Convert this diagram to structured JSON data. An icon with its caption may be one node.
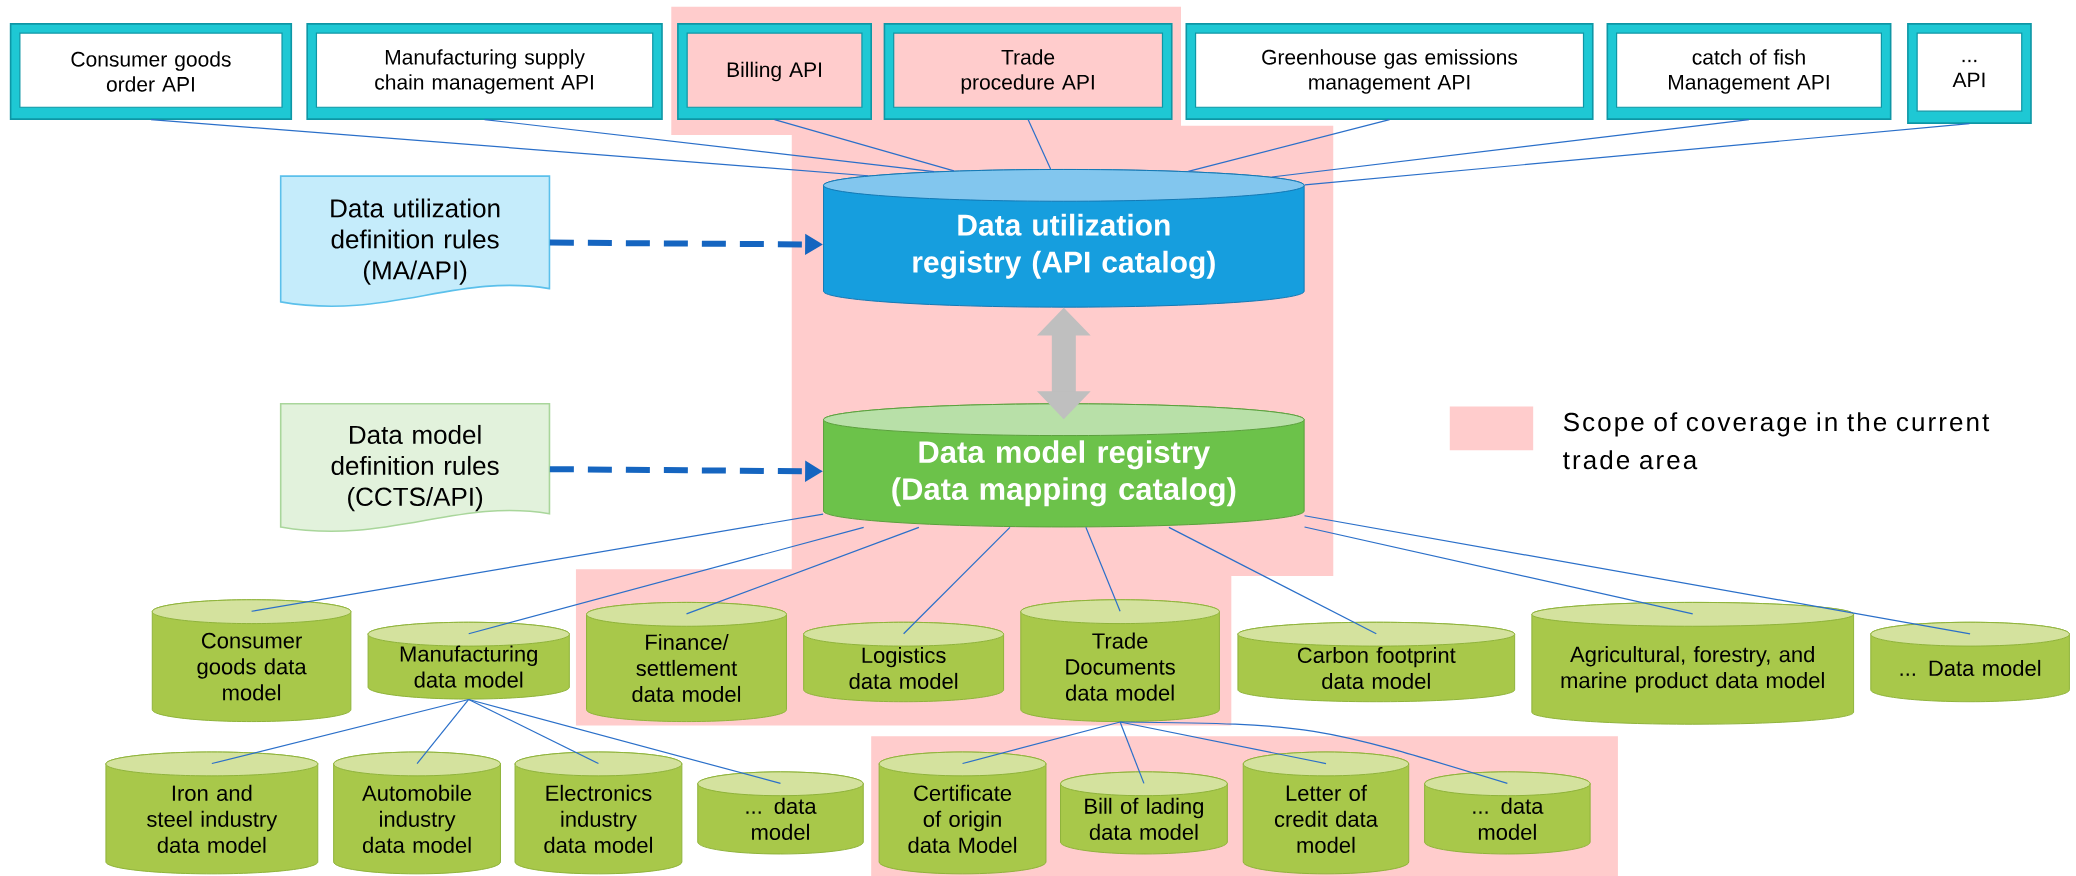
{
  "diagram": {
    "nodes": [
      {
        "text": [
          "Consumer goods order API"
        ]
      },
      {
        "text": [
          "Manufacturing supply chain management API"
        ]
      },
      {
        "text": [
          "Billing API"
        ]
      },
      {
        "text": [
          "Trade procedure API"
        ]
      },
      {
        "text": [
          "Greenhouse gas emissions management API"
        ]
      },
      {
        "text": [
          "catch of fish Management API"
        ]
      },
      {
        "text": [
          "... API"
        ]
      },
      {
        "text": [
          "Data utilization definition rules (MA/API)"
        ]
      },
      {
        "text": [
          "Data utilization registry (API catalog)"
        ]
      },
      {
        "text": [
          "Data model definition rules (CCTS/API)"
        ]
      },
      {
        "text": [
          "Data model registry (Data mapping catalog)"
        ]
      },
      {
        "text": [
          "Consumer goods data model"
        ]
      },
      {
        "text": [
          "Manufacturing data model"
        ]
      },
      {
        "text": [
          "Finance/ settlement data model"
        ]
      },
      {
        "text": [
          "Logistics data model"
        ]
      },
      {
        "text": [
          "Trade Documents data model"
        ]
      },
      {
        "text": [
          "Carbon footprint data model"
        ]
      },
      {
        "text": [
          "Agricultural, forestry, and marine product data model"
        ]
      },
      {
        "text": [
          "... Data model"
        ]
      },
      {
        "text": [
          "Iron and steel industry data model"
        ]
      },
      {
        "text": [
          "Automobile industry data model"
        ]
      },
      {
        "text": [
          "Electronics industry data model"
        ]
      },
      {
        "text": [
          "... data model"
        ]
      },
      {
        "text": [
          "Certificate of origin data Model"
        ]
      },
      {
        "text": [
          "Bill of lading data model"
        ]
      },
      {
        "text": [
          "Letter of credit data model"
        ]
      },
      {
        "text": [
          "... data model"
        ]
      }
    ],
    "edges": [
      {
        "from": 0,
        "to": 8,
        "arrow": "none"
      },
      {
        "from": 1,
        "to": 8,
        "arrow": "none"
      },
      {
        "from": 2,
        "to": 8,
        "arrow": "none"
      },
      {
        "from": 3,
        "to": 8,
        "arrow": "none"
      },
      {
        "from": 4,
        "to": 8,
        "arrow": "none"
      },
      {
        "from": 5,
        "to": 8,
        "arrow": "none"
      },
      {
        "from": 6,
        "to": 8,
        "arrow": "none"
      },
      {
        "from": 7,
        "to": 8,
        "arrow": "to",
        "style": "dashed"
      },
      {
        "from": 9,
        "to": 10,
        "arrow": "to",
        "style": "dashed"
      },
      {
        "from": 8,
        "to": 10,
        "arrow": "both",
        "style": "thick",
        "color": "#bfbfbf"
      },
      {
        "from": 10,
        "to": 11,
        "arrow": "none"
      },
      {
        "from": 10,
        "to": 12,
        "arrow": "none"
      },
      {
        "from": 10,
        "to": 13,
        "arrow": "none"
      },
      {
        "from": 10,
        "to": 14,
        "arrow": "none"
      },
      {
        "from": 10,
        "to": 15,
        "arrow": "none"
      },
      {
        "from": 10,
        "to": 16,
        "arrow": "none"
      },
      {
        "from": 10,
        "to": 17,
        "arrow": "none"
      },
      {
        "from": 10,
        "to": 18,
        "arrow": "none"
      },
      {
        "from": 12,
        "to": 19,
        "arrow": "none"
      },
      {
        "from": 12,
        "to": 20,
        "arrow": "none"
      },
      {
        "from": 12,
        "to": 21,
        "arrow": "none"
      },
      {
        "from": 12,
        "to": 22,
        "arrow": "none"
      },
      {
        "from": 15,
        "to": 23,
        "arrow": "none"
      },
      {
        "from": 15,
        "to": 24,
        "arrow": "none"
      },
      {
        "from": 15,
        "to": 25,
        "arrow": "none"
      },
      {
        "from": 15,
        "to": 26,
        "arrow": "none"
      }
    ],
    "legend": [
      {
        "text": "Scope of coverage in the current trade area",
        "color": "#ffcccc"
      }
    ]
  }
}
